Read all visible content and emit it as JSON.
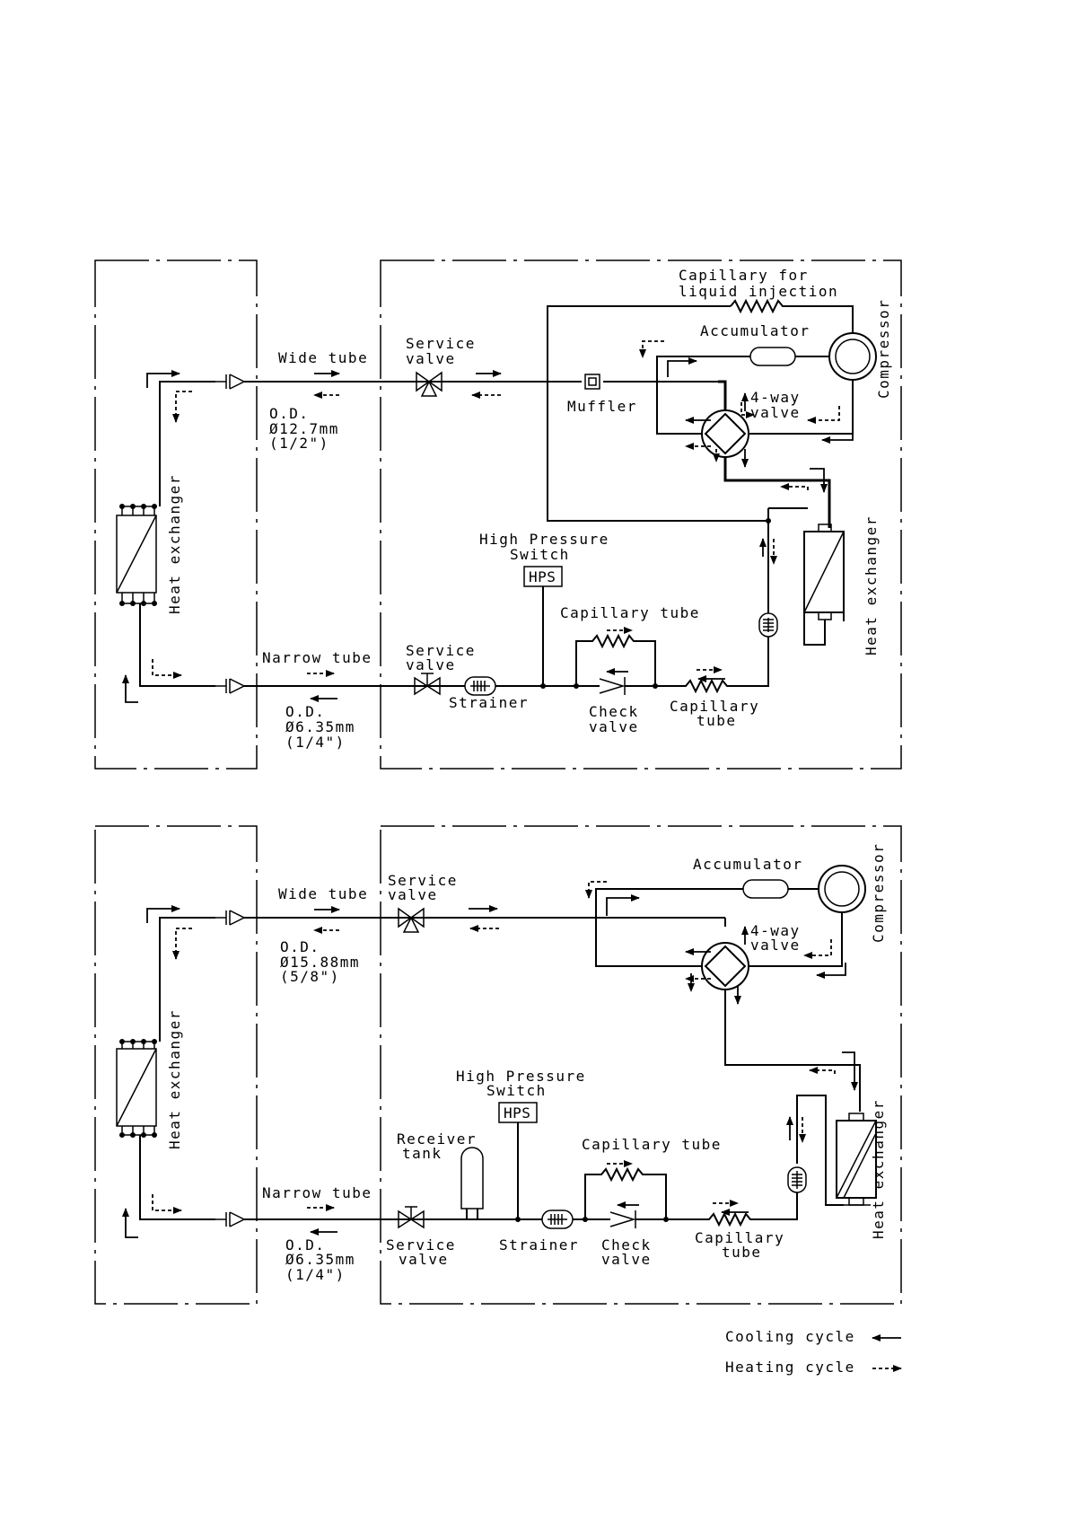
{
  "diagram_top": {
    "wide_tube": "Wide tube",
    "narrow_tube": "Narrow tube",
    "service_valve_wide": [
      "Service",
      "valve"
    ],
    "service_valve_narrow": [
      "Service",
      "valve"
    ],
    "od_wide": [
      "O.D.",
      "Ø12.7mm",
      "(1/2\")"
    ],
    "od_narrow": [
      "O.D.",
      "Ø6.35mm",
      "(1/4\")"
    ],
    "capillary_injection": [
      "Capillary for",
      "liquid injection"
    ],
    "accumulator": "Accumulator",
    "compressor": "Compressor",
    "muffler": "Muffler",
    "four_way_valve": [
      "4-way",
      "valve"
    ],
    "high_pressure_switch": [
      "High Pressure",
      "Switch"
    ],
    "hps": "HPS",
    "capillary_tube_top": "Capillary tube",
    "strainer": "Strainer",
    "check_valve": [
      "Check",
      "valve"
    ],
    "capillary_tube_bottom": [
      "Capillary",
      "tube"
    ],
    "heat_exchanger_indoor": "Heat exchanger",
    "heat_exchanger_outdoor": "Heat exchanger"
  },
  "diagram_bottom": {
    "wide_tube": "Wide tube",
    "narrow_tube": "Narrow tube",
    "service_valve_wide": [
      "Service",
      "valve"
    ],
    "service_valve_narrow": [
      "Service",
      "valve"
    ],
    "od_wide": [
      "O.D.",
      "Ø15.88mm",
      "(5/8\")"
    ],
    "od_narrow": [
      "O.D.",
      "Ø6.35mm",
      "(1/4\")"
    ],
    "accumulator": "Accumulator",
    "compressor": "Compressor",
    "four_way_valve": [
      "4-way",
      "valve"
    ],
    "high_pressure_switch": [
      "High Pressure",
      "Switch"
    ],
    "hps": "HPS",
    "receiver_tank": [
      "Receiver",
      "tank"
    ],
    "capillary_tube_top": "Capillary tube",
    "strainer": "Strainer",
    "check_valve": [
      "Check",
      "valve"
    ],
    "capillary_tube_bottom": [
      "Capillary",
      "tube"
    ],
    "heat_exchanger_indoor": "Heat exchanger",
    "heat_exchanger_outdoor": "Heat exchanger"
  },
  "legend": {
    "cooling": "Cooling cycle",
    "heating": "Heating cycle"
  }
}
